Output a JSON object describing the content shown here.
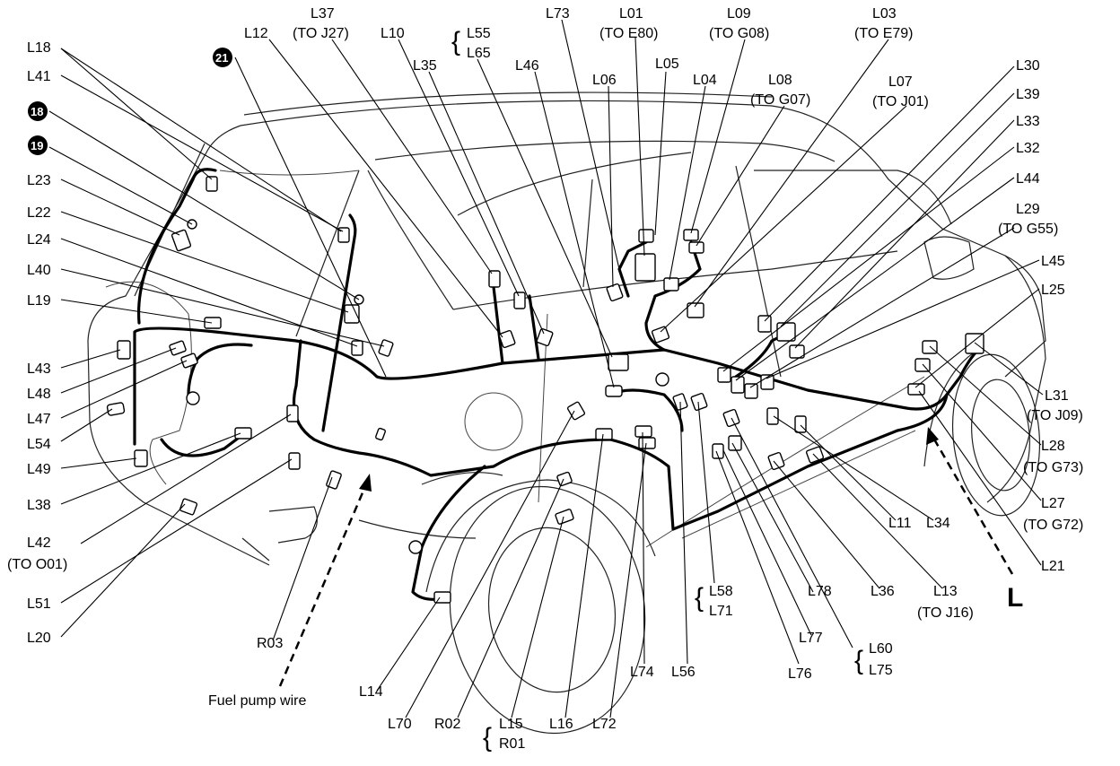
{
  "labels": {
    "L18": "L18",
    "L41": "L41",
    "c18": "18",
    "c19": "19",
    "c21": "21",
    "L23": "L23",
    "L22": "L22",
    "L24": "L24",
    "L40": "L40",
    "L19": "L19",
    "L43": "L43",
    "L48": "L48",
    "L47": "L47",
    "L54": "L54",
    "L49": "L49",
    "L38": "L38",
    "L42": "L42",
    "L42_to": "(TO O01)",
    "L51": "L51",
    "L20": "L20",
    "L12": "L12",
    "L37": "L37",
    "L37_to": "(TO J27)",
    "L10": "L10",
    "L55": "L55",
    "L65": "L65",
    "L35": "L35",
    "L46": "L46",
    "L73": "L73",
    "L01": "L01",
    "L01_to": "(TO E80)",
    "L05": "L05",
    "L06": "L06",
    "L09": "L09",
    "L09_to": "(TO G08)",
    "L04": "L04",
    "L08": "L08",
    "L08_to": "(TO G07)",
    "L03": "L03",
    "L03_to": "(TO E79)",
    "L07": "L07",
    "L07_to": "(TO J01)",
    "L30": "L30",
    "L39": "L39",
    "L33": "L33",
    "L32": "L32",
    "L44": "L44",
    "L29": "L29",
    "L29_to": "(TO G55)",
    "L45": "L45",
    "L25": "L25",
    "L31": "L31",
    "L31_to": "(TO J09)",
    "L28": "L28",
    "L28_to": "(TO G73)",
    "L27": "L27",
    "L27_to": "(TO G72)",
    "L21": "L21",
    "L11": "L11",
    "L34": "L34",
    "L13": "L13",
    "L13_to": "(TO J16)",
    "L36": "L36",
    "L78": "L78",
    "L60": "L60",
    "L75": "L75",
    "L77": "L77",
    "L76": "L76",
    "L58": "L58",
    "L71": "L71",
    "L56": "L56",
    "L74": "L74",
    "L72": "L72",
    "L16": "L16",
    "L15": "L15",
    "R01": "R01",
    "R02": "R02",
    "L70": "L70",
    "L14": "L14",
    "R03": "R03",
    "fuel": "Fuel pump wire",
    "view": "L"
  }
}
